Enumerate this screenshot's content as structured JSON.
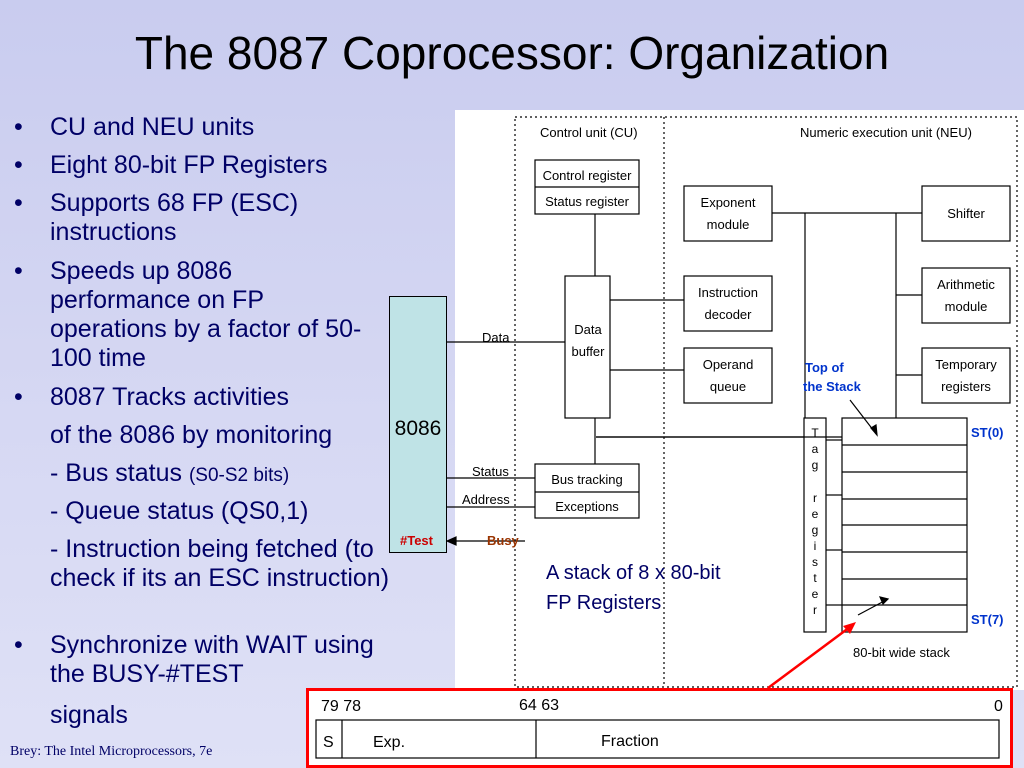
{
  "title": "The 8087 Coprocessor: Organization",
  "bullets": [
    {
      "text": "CU and NEU units"
    },
    {
      "text": "Eight 80-bit FP Registers"
    },
    {
      "text": "Supports 68 FP (ESC) instructions"
    },
    {
      "text": "Speeds up 8086 performance on FP operations by a factor of 50-100 time"
    },
    {
      "text": "8087 Tracks activities"
    },
    {
      "text": "of the 8086 by monitoring"
    },
    {
      "text": "- Bus status ",
      "small": "(S0-S2 bits)"
    },
    {
      "text": "- Queue status (QS0,1)"
    },
    {
      "text": "- Instruction being fetched (to check if its an ESC instruction)"
    },
    {
      "text": "Synchronize with WAIT using the BUSY-#TEST"
    },
    {
      "text": "signals"
    }
  ],
  "diagram": {
    "cu_label": "Control unit (CU)",
    "neu_label": "Numeric execution unit (NEU)",
    "control_register": "Control register",
    "status_register": "Status register",
    "data_buffer": [
      "Data",
      "buffer"
    ],
    "bus_tracking": "Bus tracking",
    "exceptions": "Exceptions",
    "exponent_module": [
      "Exponent",
      "module"
    ],
    "instruction_decoder": [
      "Instruction",
      "decoder"
    ],
    "operand_queue": [
      "Operand",
      "queue"
    ],
    "shifter": "Shifter",
    "arithmetic_module": [
      "Arithmetic",
      "module"
    ],
    "temporary_registers": [
      "Temporary",
      "registers"
    ],
    "tag_register": [
      "T",
      "a",
      "g",
      "r",
      "e",
      "g",
      "i",
      "s",
      "t",
      "e",
      "r"
    ],
    "stack_caption": "80-bit wide stack",
    "signal_data": "Data",
    "signal_status": "Status",
    "signal_address": "Address",
    "top_of_stack": [
      "Top of",
      "the Stack"
    ],
    "st0": "ST(0)",
    "st7": "ST(7)",
    "busy": "Busy",
    "test": "#Test",
    "cpu": "8086"
  },
  "stack_note": [
    "A stack of 8 x 80-bit",
    "FP Registers"
  ],
  "format": {
    "bit_79_78": "79 78",
    "bit_64_63": "64  63",
    "bit_0": "0",
    "sign": "S",
    "exp": "Exp.",
    "fraction": "Fraction"
  },
  "footer": "Brey: The Intel Microprocessors, 7e",
  "colors": {
    "bullet_text": "#000066",
    "label_blue": "#0033cc",
    "busy_brown": "#993300",
    "test_red": "#cc0000",
    "highlight_red": "#ff0000",
    "chip_fill": "#bfe3e6"
  }
}
